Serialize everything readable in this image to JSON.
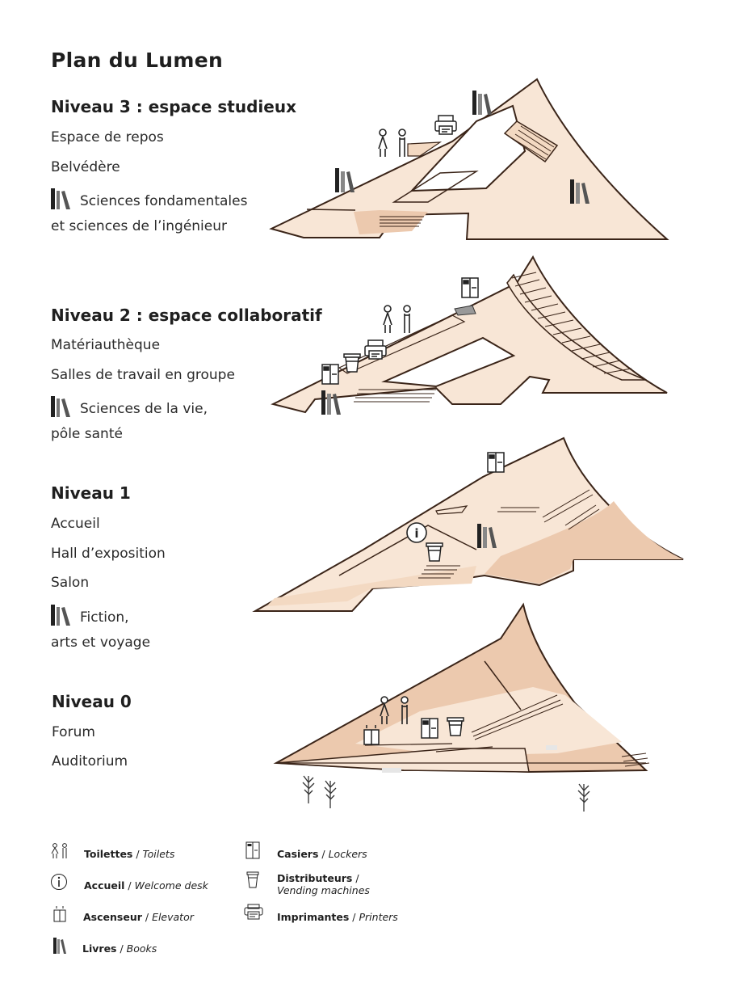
{
  "title": "Plan du Lumen",
  "levels": [
    {
      "title": "Niveau 3 : espace studieux",
      "lines": [
        "Espace de repos",
        "Belvédère",
        "Sciences fondamentales",
        "et sciences de l’ingénieur"
      ]
    },
    {
      "title": "Niveau 2 : espace collaboratif",
      "lines": [
        "Matériauthèque",
        "Salles de travail en groupe",
        "Sciences de la vie,",
        "pôle santé"
      ]
    },
    {
      "title": "Niveau 1",
      "lines": [
        "Accueil",
        "Hall d’exposition",
        "Salon",
        "Fiction,",
        "arts et voyage"
      ]
    },
    {
      "title": "Niveau 0",
      "lines": [
        "Forum",
        "Auditorium"
      ]
    }
  ],
  "legend": [
    {
      "icon": "toilets-icon",
      "label_fr": "Toilettes",
      "sep": " / ",
      "label_en": "Toilets"
    },
    {
      "icon": "info-icon",
      "label_fr": "Accueil",
      "sep": " / ",
      "label_en": "Welcome desk"
    },
    {
      "icon": "elevator-icon",
      "label_fr": "Ascenseur",
      "sep": " / ",
      "label_en": "Elevator"
    },
    {
      "icon": "books-icon",
      "label_fr": "Livres",
      "sep": " / ",
      "label_en": "Books"
    },
    {
      "icon": "lockers-icon",
      "label_fr": "Casiers",
      "sep": "  /  ",
      "label_en": "Lockers"
    },
    {
      "icon": "coffee-cup-icon",
      "label_fr": "Distributeurs",
      "sep": "  /",
      "label_en": "Vending  machines"
    },
    {
      "icon": "printer-icon",
      "label_fr": "Imprimantes",
      "sep": "  /  ",
      "label_en": "Printers"
    }
  ],
  "map_labels": {
    "info_marker": "i"
  },
  "colors": {
    "floor_light": "#f8e6d6",
    "floor_dark": "#ecc9ae",
    "outline": "#3a2418",
    "text": "#1f1f1f"
  }
}
